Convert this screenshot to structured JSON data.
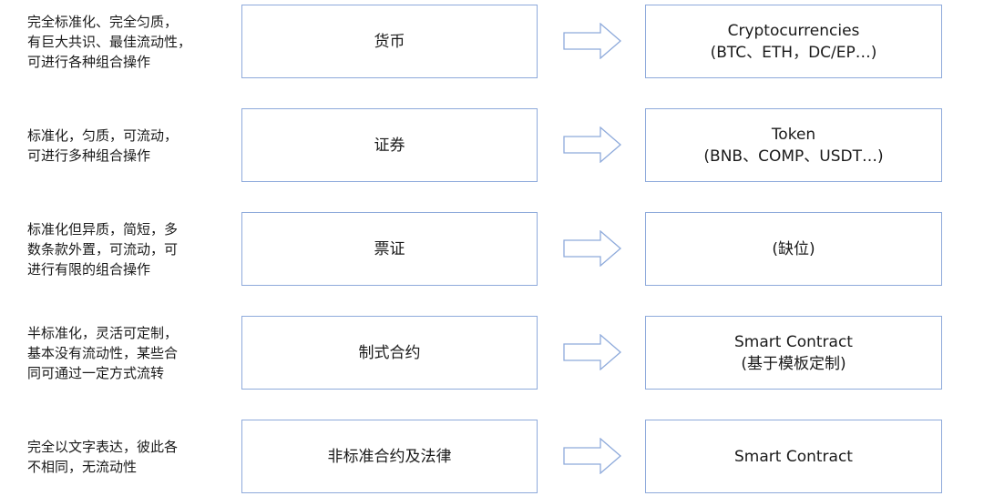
{
  "rows": [
    {
      "description": "完全标准化、完全匀质，\n有巨大共识、最佳流动性，\n可进行各种组合操作",
      "category": "货币",
      "example": "Cryptocurrencies\n(BTC、ETH，DC/EP…)"
    },
    {
      "description": "标准化，匀质，可流动，\n可进行多种组合操作",
      "category": "证券",
      "example": "Token\n(BNB、COMP、USDT…)"
    },
    {
      "description": "标准化但异质，简短，多\n数条款外置，可流动，可\n进行有限的组合操作",
      "category": "票证",
      "example": "(缺位)"
    },
    {
      "description": "半标准化，灵活可定制，\n基本没有流动性，某些合\n同可通过一定方式流转",
      "category": "制式合约",
      "example": "Smart Contract\n(基于模板定制)"
    },
    {
      "description": "完全以文字表达，彼此各\n不相同，无流动性",
      "category": "非标准合约及法律",
      "example": "Smart Contract"
    }
  ],
  "colors": {
    "box_border": "#8eaadb",
    "arrow_stroke": "#8eaadb"
  },
  "icons": {
    "arrow": "right-arrow-outline-icon"
  }
}
